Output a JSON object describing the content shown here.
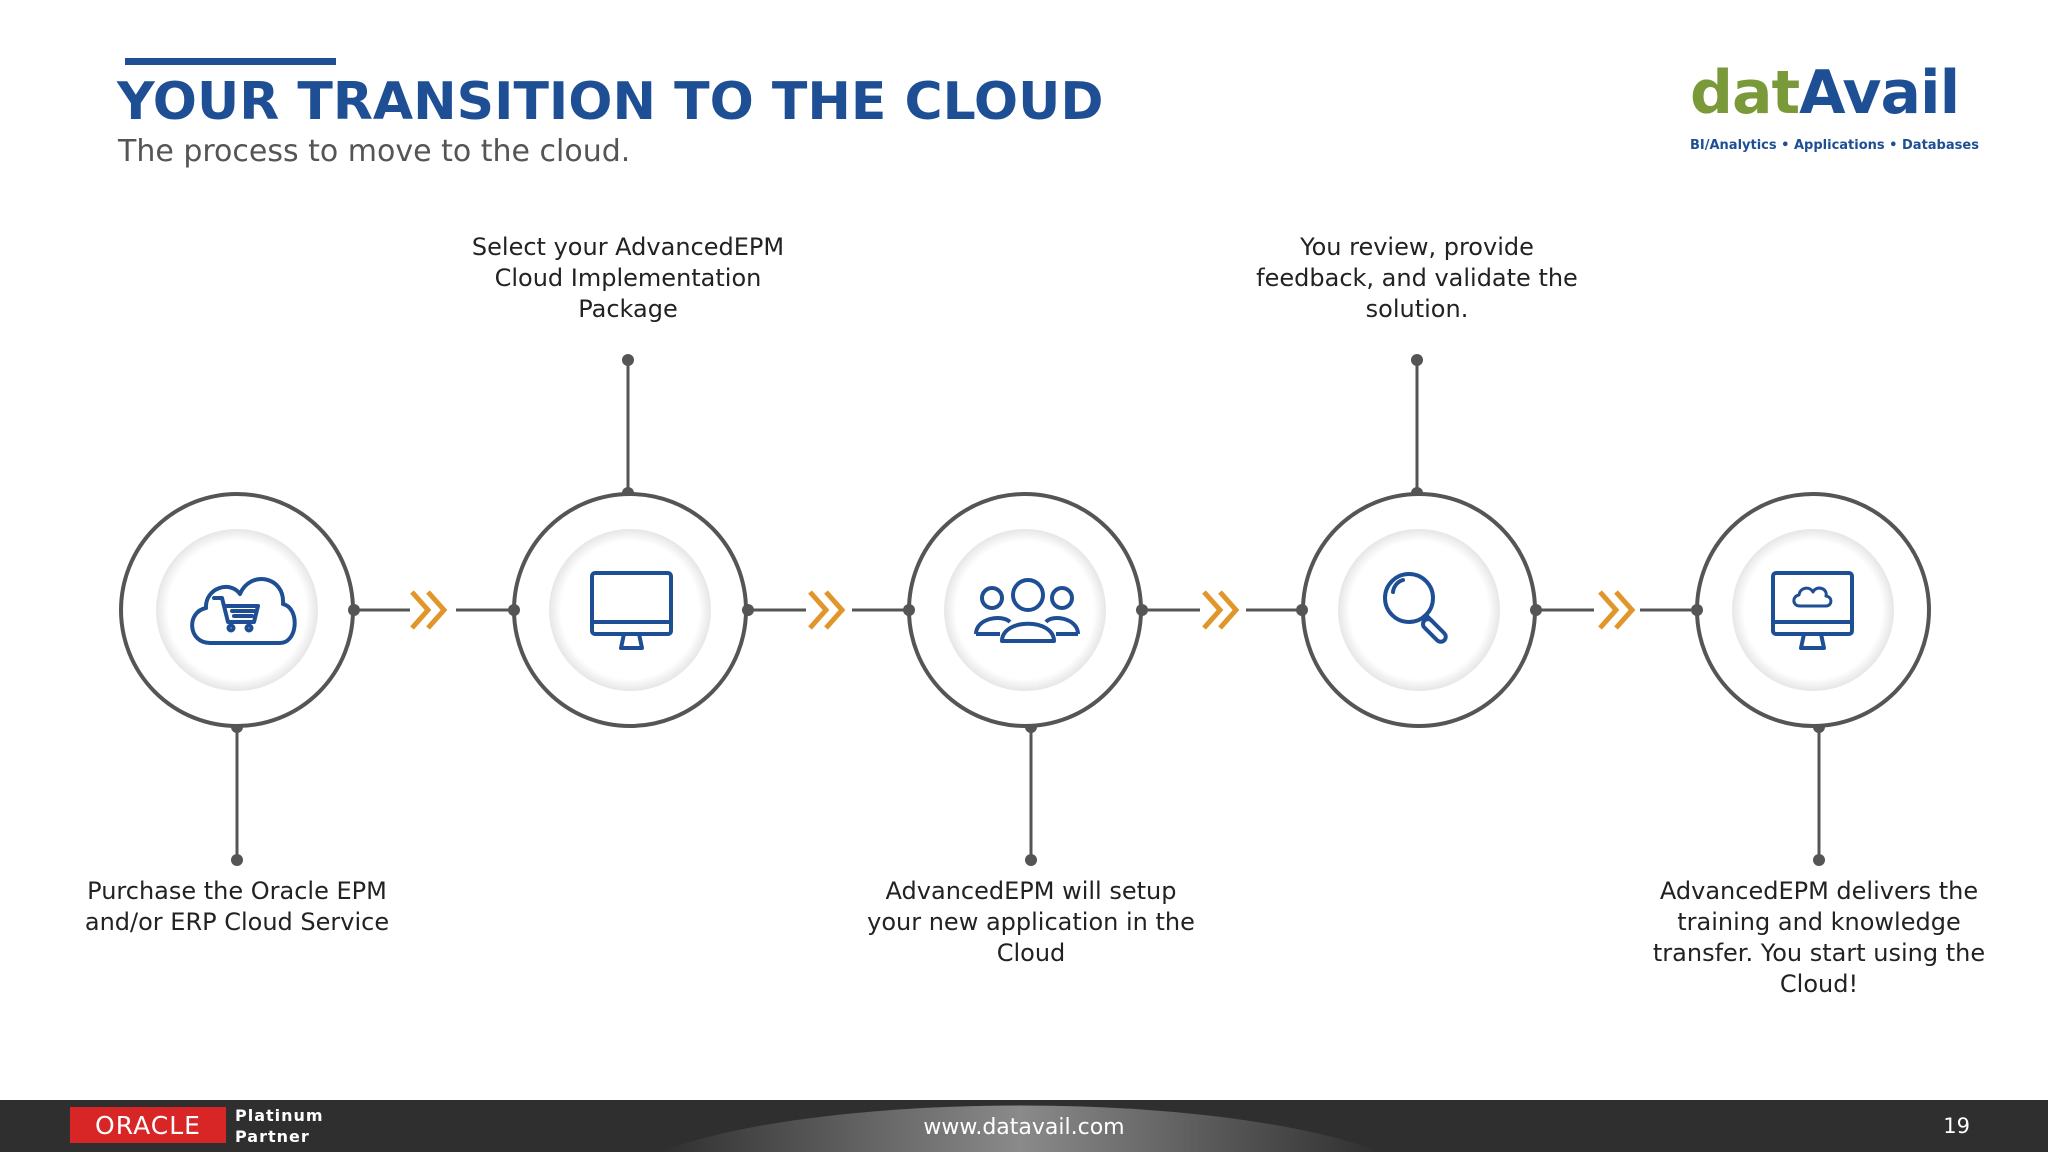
{
  "header": {
    "title": "YOUR TRANSITION TO THE CLOUD",
    "subtitle": "The process to move to the cloud."
  },
  "logo": {
    "brand_part1": "dat",
    "brand_part2": "Avail",
    "tagline": "BI/Analytics • Applications • Databases"
  },
  "colors": {
    "title_blue": "#1e4f94",
    "icon_blue": "#1e4f94",
    "chevron_orange": "#e0962a",
    "ring_gray": "#555555",
    "logo_green": "#7a9a3a",
    "oracle_red": "#d82626",
    "footer_dark": "#2f2f2f"
  },
  "steps": [
    {
      "icon": "cloud-cart-icon",
      "text": "Purchase the Oracle EPM and/or ERP Cloud Service"
    },
    {
      "icon": "monitor-icon",
      "text": "Select your AdvancedEPM Cloud Implementation Package"
    },
    {
      "icon": "people-group-icon",
      "text": "AdvancedEPM will setup your new application in the Cloud"
    },
    {
      "icon": "magnifier-icon",
      "text": "You review, provide feedback, and validate the solution."
    },
    {
      "icon": "monitor-cloud-icon",
      "text": "AdvancedEPM delivers the training and knowledge transfer. You start using the Cloud!"
    }
  ],
  "footer": {
    "oracle": "ORACLE",
    "partner_line1": "Platinum",
    "partner_line2": "Partner",
    "url": "www.datavail.com",
    "page_number": "19"
  }
}
